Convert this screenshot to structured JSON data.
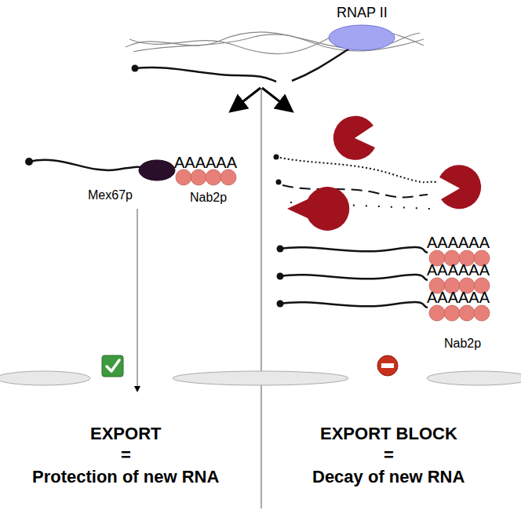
{
  "diagram": {
    "nodes": [
      {
        "text": [
          "RNAP II"
        ]
      },
      {
        "text": [
          "Mex67p"
        ]
      }
    ],
    "labels": [
      "AAAAAA",
      "Nab2p",
      "AAAAAA",
      "AAAAAA",
      "AAAAAA",
      "Nab2p",
      "EXPORT",
      "=",
      "Protection of new RNA",
      "EXPORT BLOCK",
      "=",
      "Decay of new RNA"
    ]
  }
}
